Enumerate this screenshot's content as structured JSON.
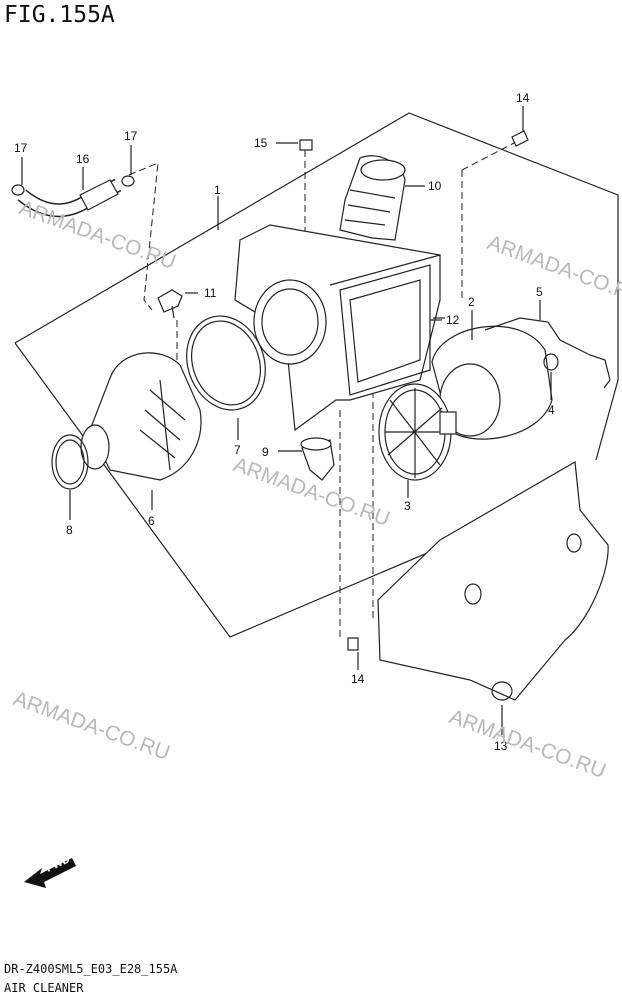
{
  "title": "FIG.155A",
  "footer": {
    "code": "DR-Z400SML5_E03_E28_155A",
    "name": "AIR CLEANER"
  },
  "watermark": "ARMADA-CO.RU",
  "fwd_label": "FWD",
  "parts": [
    {
      "id": "p1",
      "label": "1"
    },
    {
      "id": "p2",
      "label": "2"
    },
    {
      "id": "p3",
      "label": "3"
    },
    {
      "id": "p4",
      "label": "4"
    },
    {
      "id": "p5",
      "label": "5"
    },
    {
      "id": "p6",
      "label": "6"
    },
    {
      "id": "p7",
      "label": "7"
    },
    {
      "id": "p8",
      "label": "8"
    },
    {
      "id": "p9",
      "label": "9"
    },
    {
      "id": "p10",
      "label": "10"
    },
    {
      "id": "p11",
      "label": "11"
    },
    {
      "id": "p12",
      "label": "12"
    },
    {
      "id": "p13",
      "label": "13"
    },
    {
      "id": "p14a",
      "label": "14"
    },
    {
      "id": "p14b",
      "label": "14"
    },
    {
      "id": "p15",
      "label": "15"
    },
    {
      "id": "p16",
      "label": "16"
    },
    {
      "id": "p17a",
      "label": "17"
    },
    {
      "id": "p17b",
      "label": "17"
    }
  ]
}
